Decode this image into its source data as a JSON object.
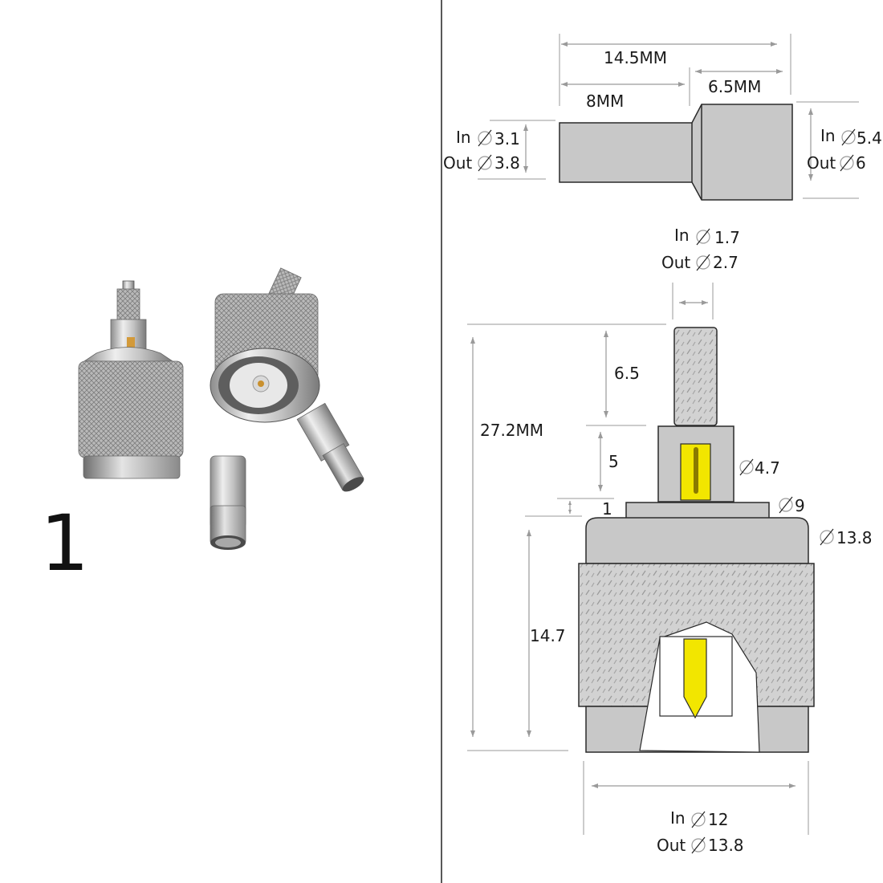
{
  "panel_number": "1",
  "ferrule": {
    "overall_length": "14.5MM",
    "small_length": "8MM",
    "large_length": "6.5MM",
    "small_in_prefix": "In",
    "small_in_value": "3.1",
    "small_out_prefix": "Out",
    "small_out_value": "3.8",
    "large_in_prefix": "In",
    "large_in_value": "5.4",
    "large_out_prefix": "Out",
    "large_out_value": "6"
  },
  "connector": {
    "pin_in_prefix": "In",
    "pin_in_value": "1.7",
    "pin_out_prefix": "Out",
    "pin_out_value": "2.7",
    "overall_length": "27.2MM",
    "pin_length": "6.5",
    "insulator_length": "5",
    "flange_thickness": "1",
    "insulator_diameter": "4.7",
    "flange_diameter": "9",
    "body_diameter": "13.8",
    "body_length": "14.7",
    "nut_in_prefix": "In",
    "nut_in_value": "12",
    "nut_out_prefix": "Out",
    "nut_out_value": "13.8"
  },
  "colors": {
    "body_gray": "#c8c8c8",
    "contact_yellow": "#f2e600",
    "knurl_gray": "#cfcfcf",
    "divider": "#222222"
  }
}
